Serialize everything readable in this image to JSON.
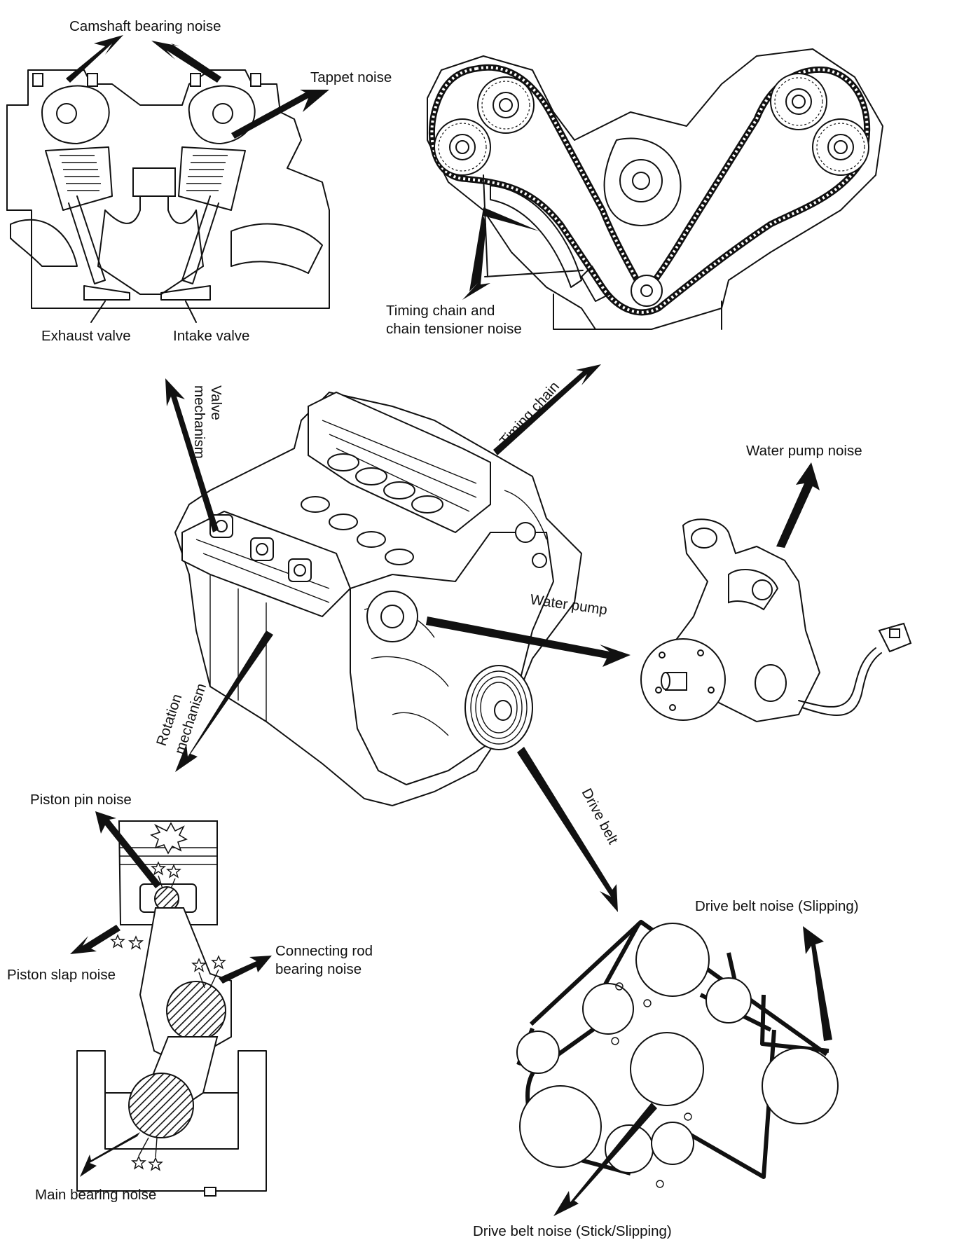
{
  "labels": {
    "camshaft_bearing_noise": "Camshaft bearing noise",
    "tappet_noise": "Tappet noise",
    "exhaust_valve": "Exhaust valve",
    "intake_valve": "Intake valve",
    "timing_chain_noise_1": "Timing chain and",
    "timing_chain_noise_2": "chain tensioner noise",
    "timing_chain": "Timing chain",
    "valve_mechanism_1": "Valve",
    "valve_mechanism_2": "mechanism",
    "water_pump_noise": "Water pump noise",
    "water_pump": "Water pump",
    "rotation_mechanism_1": "Rotation",
    "rotation_mechanism_2": "mechanism",
    "drive_belt": "Drive belt",
    "piston_pin_noise": "Piston pin noise",
    "piston_slap_noise": "Piston slap noise",
    "connecting_rod_1": "Connecting rod",
    "connecting_rod_2": "bearing noise",
    "main_bearing_noise": "Main bearing noise",
    "drive_belt_noise_slipping": "Drive belt noise (Slipping)",
    "drive_belt_noise_stick": "Drive belt noise (Stick/Slipping)"
  }
}
